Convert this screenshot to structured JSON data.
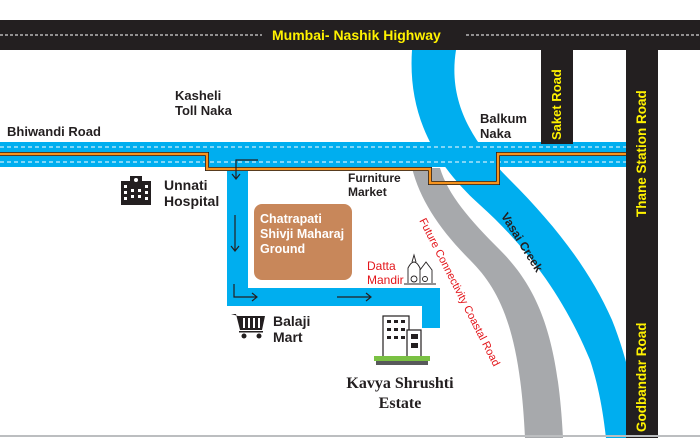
{
  "map": {
    "colors": {
      "road_dark": "#231f20",
      "road_label": "#fff200",
      "water": "#00aeef",
      "route": "#f7941d",
      "coastal_road": "#a7a9ac",
      "ground": "#c8875a",
      "red_label": "#e3161b"
    },
    "roads": {
      "highway": "Mumbai- Nashik Highway",
      "saket": "Saket Road",
      "thane_station": "Thane Station Road",
      "godbandar": "Godbandar Road",
      "bhiwandi": "Bhiwandi Road",
      "coastal": "Future Connectivity Coastal Road"
    },
    "water": {
      "creek": "Vasai Creek"
    },
    "places": {
      "kasheli_1": "Kasheli",
      "kasheli_2": "Toll Naka",
      "balkum_1": "Balkum",
      "balkum_2": "Naka",
      "furniture_1": "Furniture",
      "furniture_2": "Market",
      "hospital_1": "Unnati",
      "hospital_2": "Hospital",
      "ground_1": "Chatrapati",
      "ground_2": "Shivji Maharaj",
      "ground_3": "Ground",
      "mandir_1": "Datta",
      "mandir_2": "Mandir",
      "mart_1": "Balaji",
      "mart_2": "Mart"
    },
    "destination": {
      "line1": "Kavya Shrushti",
      "line2": "Estate"
    },
    "icons": [
      "hospital-icon",
      "shopping-cart-icon",
      "temple-icon",
      "building-icon",
      "arrow-icon"
    ]
  }
}
